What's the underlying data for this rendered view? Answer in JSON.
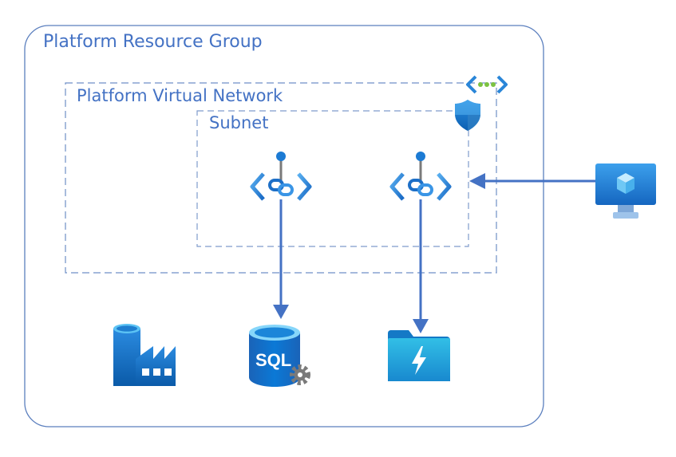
{
  "resource_group": {
    "label": "Platform Resource Group"
  },
  "virtual_network": {
    "label": "Platform Virtual Network"
  },
  "subnet": {
    "label": "Subnet"
  },
  "sql_icon": {
    "text": "SQL"
  },
  "icons": [
    "vnet-peering-icon",
    "network-security-group-icon",
    "private-endpoint-icon",
    "private-endpoint-icon",
    "virtual-machine-icon",
    "data-factory-icon",
    "sql-database-icon",
    "storage-file-share-icon"
  ],
  "colors": {
    "group_border": "#5b7fbe",
    "label": "#4472c4",
    "connector": "#4472c4",
    "azure_blue": "#0078d4"
  }
}
